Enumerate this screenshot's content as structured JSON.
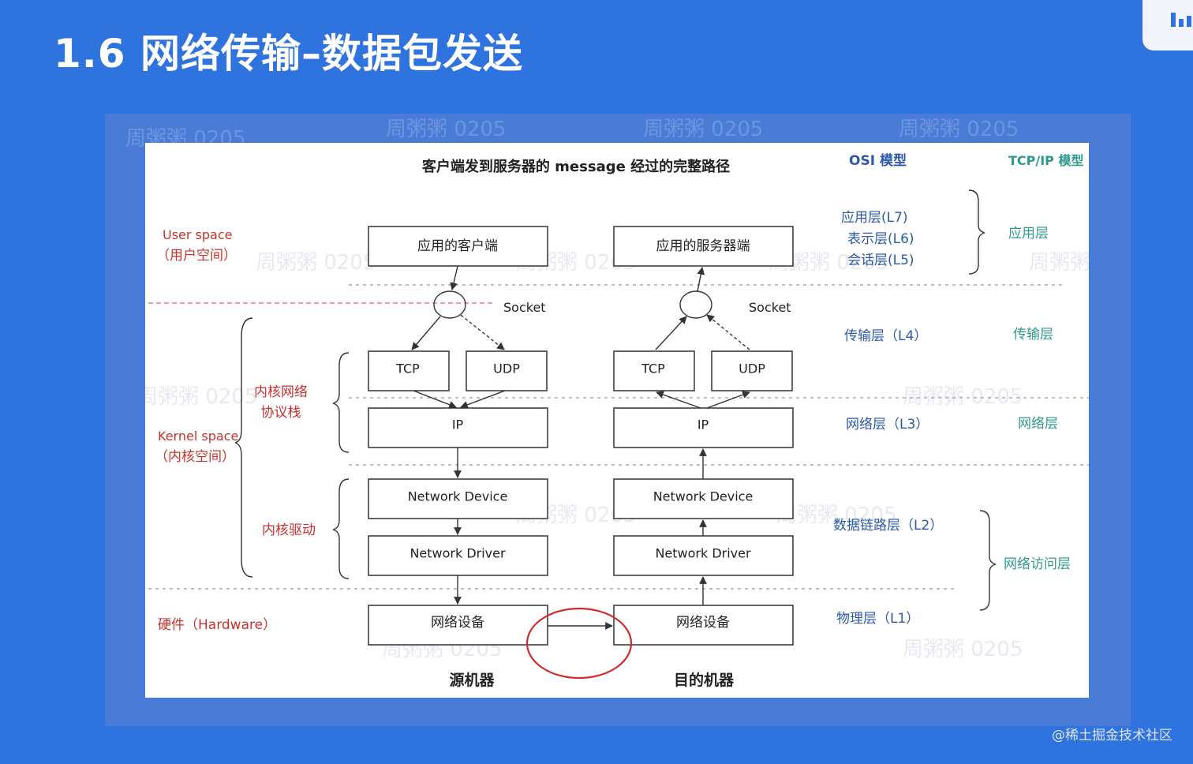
{
  "slide": {
    "title": "1.6 网络传输–数据包发送"
  },
  "credit": "@稀土掘金技术社区",
  "watermark": "周粥粥 0205",
  "diagram": {
    "title": "客户端发到服务器的 message 经过的完整路径",
    "osi_header": "OSI 模型",
    "tcpip_header": "TCP/IP 模型",
    "spaces": {
      "user_en": "User space",
      "user_cn": "（用户空间）",
      "kernel_en": "Kernel space",
      "kernel_cn": "（内核空间）",
      "hardware": "硬件（Hardware）",
      "kernel_stack_line1": "内核网络",
      "kernel_stack_line2": "协议栈",
      "kernel_driver": "内核驱动"
    },
    "source": {
      "app": "应用的客户端",
      "socket": "Socket",
      "tcp": "TCP",
      "udp": "UDP",
      "ip": "IP",
      "device": "Network Device",
      "driver": "Network Driver",
      "hw": "网络设备",
      "label": "源机器"
    },
    "dest": {
      "app": "应用的服务器端",
      "socket": "Socket",
      "tcp": "TCP",
      "udp": "UDP",
      "ip": "IP",
      "device": "Network Device",
      "driver": "Network Driver",
      "hw": "网络设备",
      "label": "目的机器"
    },
    "osi": {
      "l7": "应用层(L7)",
      "l6": "表示层(L6)",
      "l5": "会话层(L5)",
      "l4": "传输层（L4）",
      "l3": "网络层（L3）",
      "l2": "数据链路层（L2）",
      "l1": "物理层（L1）"
    },
    "tcpip": {
      "app": "应用层",
      "transport": "传输层",
      "network": "网络层",
      "access": "网络访问层"
    }
  }
}
